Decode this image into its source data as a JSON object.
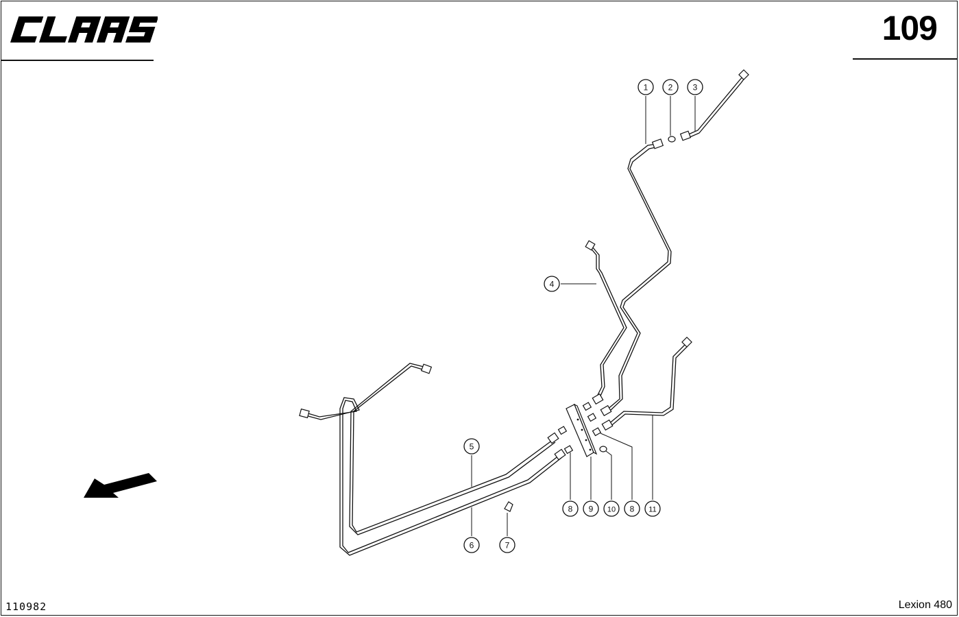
{
  "header": {
    "brand": "CLAAS",
    "page_number": "109"
  },
  "footer": {
    "doc_id": "110982",
    "model": "Lexion 480"
  },
  "callouts": [
    "1",
    "2",
    "3",
    "4",
    "5",
    "6",
    "7",
    "8",
    "9",
    "10",
    "8",
    "11"
  ],
  "icons": {
    "direction": "direction-arrow-icon"
  }
}
